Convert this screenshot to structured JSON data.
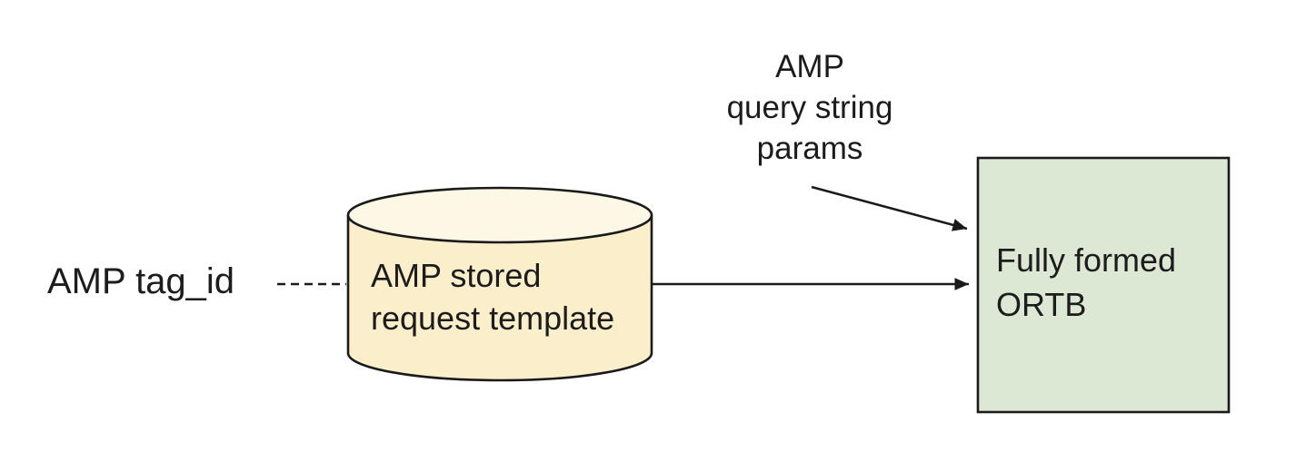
{
  "nodes": {
    "tag_id_label": {
      "text": "AMP tag_id"
    },
    "query_params_label": {
      "lines": [
        "AMP",
        "query string",
        "params"
      ]
    },
    "stored_request_cylinder": {
      "lines": [
        "AMP stored",
        "request template"
      ]
    },
    "ortb_box": {
      "lines": [
        "Fully formed",
        "ORTB"
      ]
    }
  },
  "connectors": {
    "tag_id_to_cylinder": {
      "style": "dashed",
      "arrowhead": false
    },
    "cylinder_to_box": {
      "style": "solid",
      "arrowhead": true
    },
    "query_params_to_box": {
      "style": "solid",
      "arrowhead": true
    }
  },
  "colors": {
    "background": "#ffffff",
    "cylinder_body": "#fbeeca",
    "cylinder_top": "#fdf7e6",
    "ortb_box_fill": "#dde8d4",
    "stroke": "#1a1a1a",
    "text": "#1c1c1c"
  }
}
